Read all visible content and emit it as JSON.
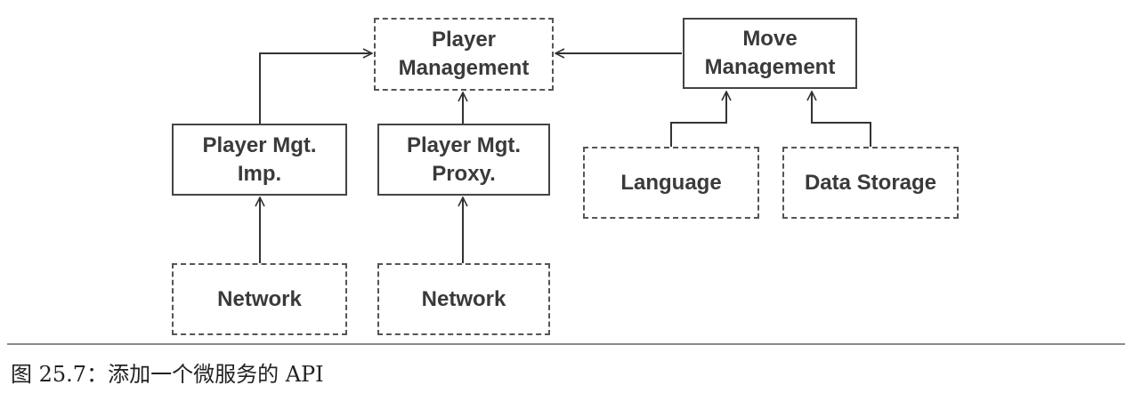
{
  "diagram": {
    "nodes": [
      {
        "id": "player-management",
        "label": "Player\nManagement",
        "style": "dashed"
      },
      {
        "id": "move-management",
        "label": "Move\nManagement",
        "style": "solid"
      },
      {
        "id": "player-mgt-imp",
        "label": "Player Mgt.\nImp.",
        "style": "solid"
      },
      {
        "id": "player-mgt-proxy",
        "label": "Player Mgt.\nProxy.",
        "style": "solid"
      },
      {
        "id": "language",
        "label": "Language",
        "style": "dashed"
      },
      {
        "id": "data-storage",
        "label": "Data Storage",
        "style": "dashed"
      },
      {
        "id": "network-left",
        "label": "Network",
        "style": "dashed"
      },
      {
        "id": "network-right",
        "label": "Network",
        "style": "dashed"
      }
    ],
    "edges": [
      {
        "from": "player-mgt-imp",
        "to": "player-management"
      },
      {
        "from": "player-mgt-proxy",
        "to": "player-management"
      },
      {
        "from": "move-management",
        "to": "player-management"
      },
      {
        "from": "language",
        "to": "move-management"
      },
      {
        "from": "data-storage",
        "to": "move-management"
      },
      {
        "from": "network-left",
        "to": "player-mgt-imp"
      },
      {
        "from": "network-right",
        "to": "player-mgt-proxy"
      }
    ]
  },
  "caption": "图 25.7：添加一个微服务的 API"
}
